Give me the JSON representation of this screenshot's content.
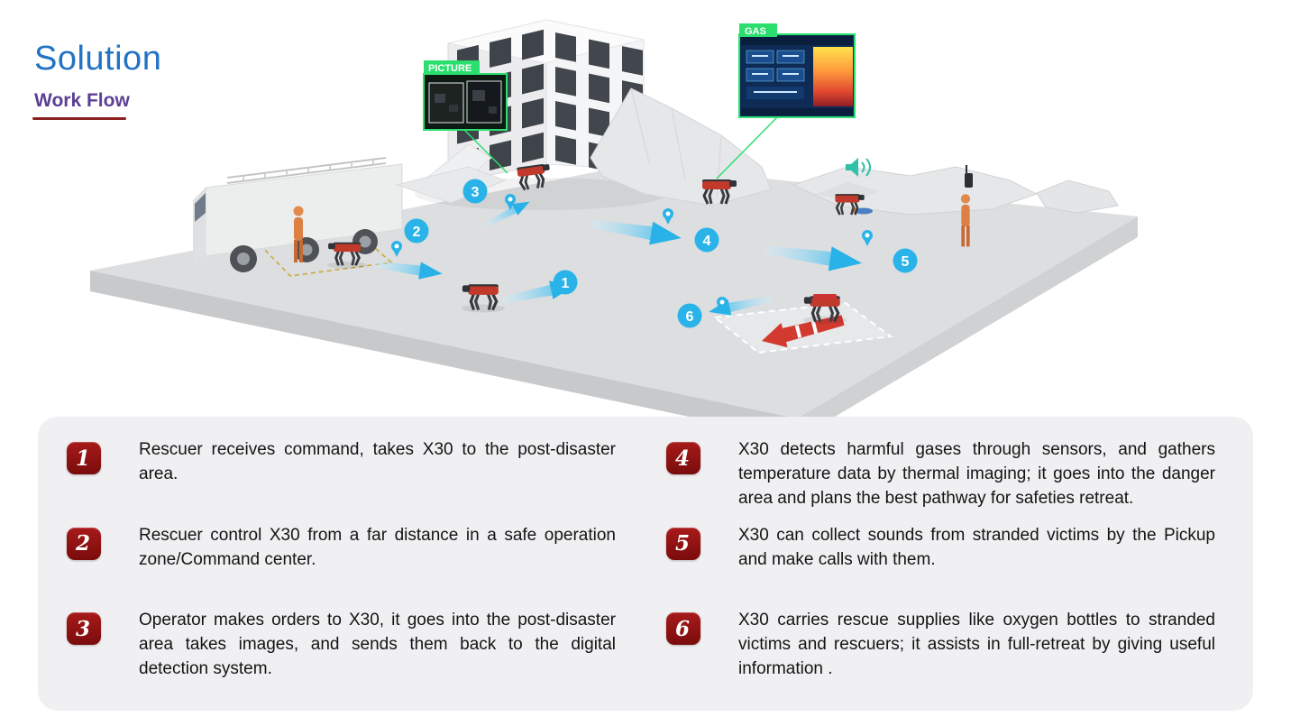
{
  "header": {
    "title": "Solution",
    "subtitle": "Work Flow"
  },
  "scene": {
    "picture_label": "PICTURE",
    "gas_label": "GAS",
    "markers": [
      "1",
      "2",
      "3",
      "4",
      "5",
      "6"
    ]
  },
  "steps": [
    {
      "num": "1",
      "text": "Rescuer receives command, takes X30 to the post-disaster area."
    },
    {
      "num": "2",
      "text": "Rescuer control X30 from a far distance in a safe operation zone/Command center."
    },
    {
      "num": "3",
      "text": "Operator makes orders to X30, it goes into the post-disaster area takes images, and sends them back to the digital detection system."
    },
    {
      "num": "4",
      "text": "X30 detects harmful gases through sensors, and gathers temperature data by thermal imaging; it goes into the danger area and plans the best pathway for safeties retreat."
    },
    {
      "num": "5",
      "text": "X30 can collect sounds from stranded victims by the Pickup and make calls with them."
    },
    {
      "num": "6",
      "text": "X30 carries rescue supplies like oxygen bottles to stranded victims and rescuers; it assists in full-retreat by giving useful information ."
    }
  ],
  "colors": {
    "title_blue": "#2273c3",
    "subtitle_purple": "#5b3f94",
    "underline_red": "#8b2020",
    "badge_red": "#8e1111",
    "marker_blue": "#2ab3e8",
    "callout_green": "#2bdf6e",
    "panel_bg": "#f0f0f2"
  }
}
